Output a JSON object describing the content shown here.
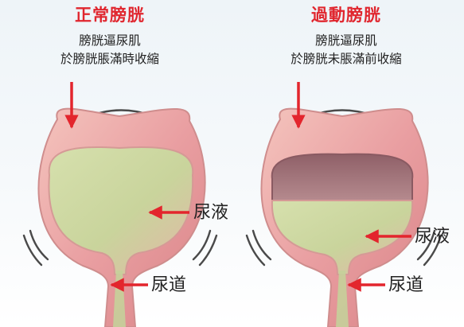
{
  "left_panel": {
    "title": "正常膀胱",
    "line1": "膀胱逼尿肌",
    "line2": "於膀胱脹滿時收縮",
    "urine_label": "尿液",
    "urethra_label": "尿道"
  },
  "right_panel": {
    "title": "過動膀胱",
    "line1": "膀胱逼尿肌",
    "line2": "於膀胱未脹滿前收縮",
    "urine_label": "尿液",
    "urethra_label": "尿道"
  },
  "colors": {
    "title_red": "#e0262e",
    "arrow_red": "#e3252d",
    "bladder_wall": "#e9a6a6",
    "urine_green": "#cfd9a6",
    "empty_space": "#a2737a"
  }
}
